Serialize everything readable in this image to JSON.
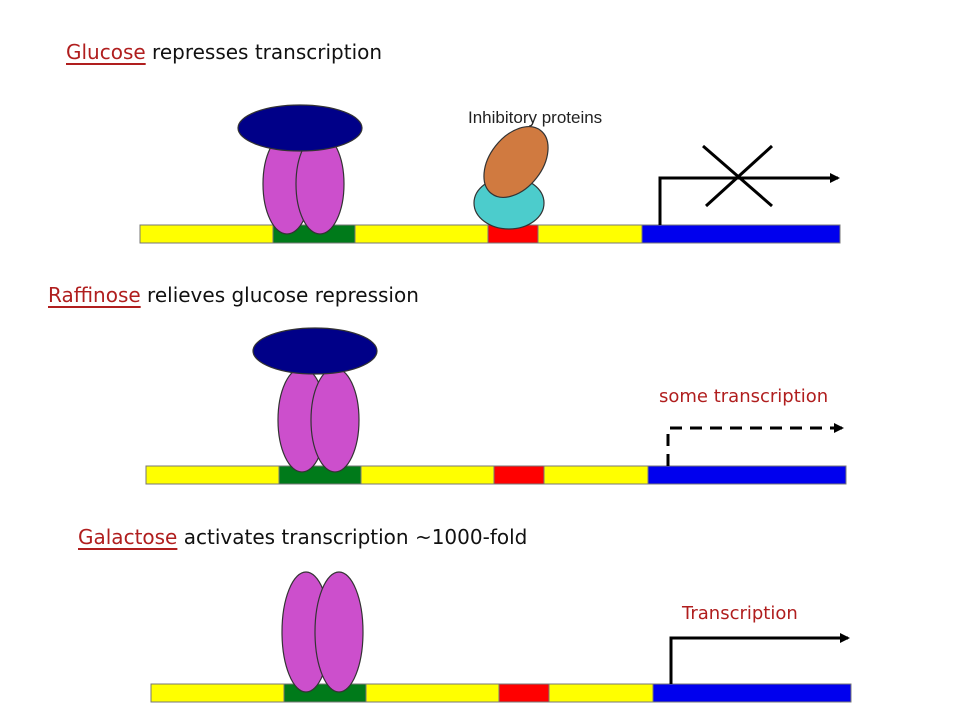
{
  "panels": [
    {
      "keyword": "Glucose",
      "rest": " represses transcription",
      "transcription_label": "",
      "inhibitor_label": "Inhibitory proteins",
      "transcription_state": "blocked"
    },
    {
      "keyword": "Raffinose",
      "rest": " relieves glucose repression",
      "transcription_label": "some transcription",
      "transcription_state": "partial"
    },
    {
      "keyword": "Galactose",
      "rest": " activates transcription ~1000-fold",
      "transcription_label": "Transcription",
      "transcription_state": "active"
    }
  ],
  "colors": {
    "dna_segment": "#ffff00",
    "uas_site": "#007a1a",
    "urs_site": "#ff0000",
    "gene": "#0000ee",
    "activator": "#cc4fcc",
    "repressor_cap": "#000088",
    "inhibitor_top": "#d07a40",
    "inhibitor_bottom": "#4ccccc",
    "keyword": "#b01e1e"
  }
}
